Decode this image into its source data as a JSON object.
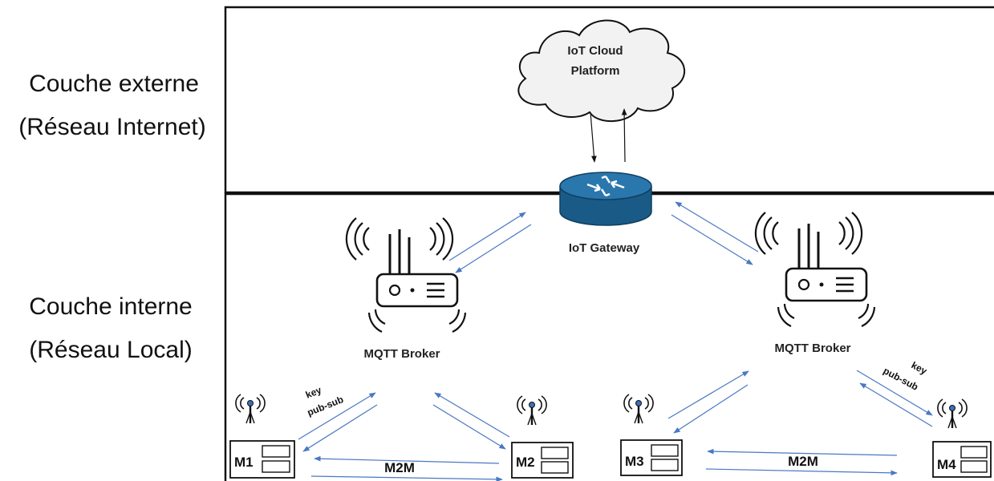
{
  "layers": {
    "external": {
      "line1": "Couche externe",
      "line2": "(Réseau Internet)"
    },
    "internal": {
      "line1": "Couche interne",
      "line2": "(Réseau Local)"
    }
  },
  "cloud": {
    "line1": "IoT Cloud",
    "line2": "Platform"
  },
  "gateway": {
    "label": "IoT Gateway"
  },
  "brokers": [
    {
      "label": "MQTT Broker"
    },
    {
      "label": "MQTT Broker"
    }
  ],
  "devices": [
    {
      "label": "M1"
    },
    {
      "label": "M2"
    },
    {
      "label": "M3"
    },
    {
      "label": "M4"
    }
  ],
  "links": {
    "m2m_left": "M2M",
    "m2m_right": "M2M",
    "key_left": "key",
    "pubsub_left": "pub-sub",
    "key_right": "key",
    "pubsub_right": "pub-sub"
  },
  "colors": {
    "gateway": "#1f6391",
    "arrow": "#4a78c2",
    "border": "#111111"
  }
}
